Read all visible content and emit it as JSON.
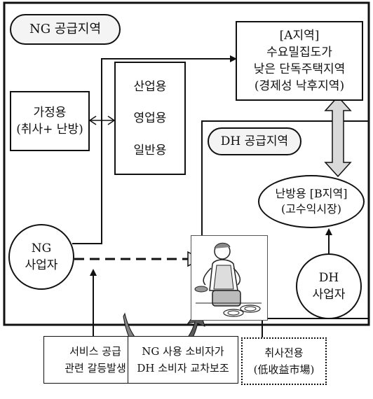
{
  "ng_region": {
    "label": "NG 공급지역"
  },
  "dh_region": {
    "label": "DH 공급지역"
  },
  "region_a": {
    "line1": "[A지역]",
    "line2": "수요밀집도가",
    "line3": "낮은 단독주택지역",
    "line4": "(경제성 낙후지역)"
  },
  "household": {
    "line1": "가정용",
    "line2": "(취사+ 난방)"
  },
  "uses": [
    "산업용",
    "영업용",
    "일반용"
  ],
  "region_b": {
    "line1": "난방용 [B지역]",
    "line2": "(고수익시장)"
  },
  "ng_operator": {
    "line1": "NG",
    "line2": "사업자"
  },
  "dh_operator": {
    "line1": "DH",
    "line2": "사업자"
  },
  "bottom_notes": {
    "service_conflict": {
      "line1": "서비스 공급",
      "line2": "관련 갈등발생"
    },
    "cross_subsidy": {
      "line1": "NG 사용 소비자가",
      "line2": "DH 소비자 교차보조"
    },
    "cooking_only": {
      "line1": "취사전용",
      "line2": "(低收益市場)"
    }
  }
}
